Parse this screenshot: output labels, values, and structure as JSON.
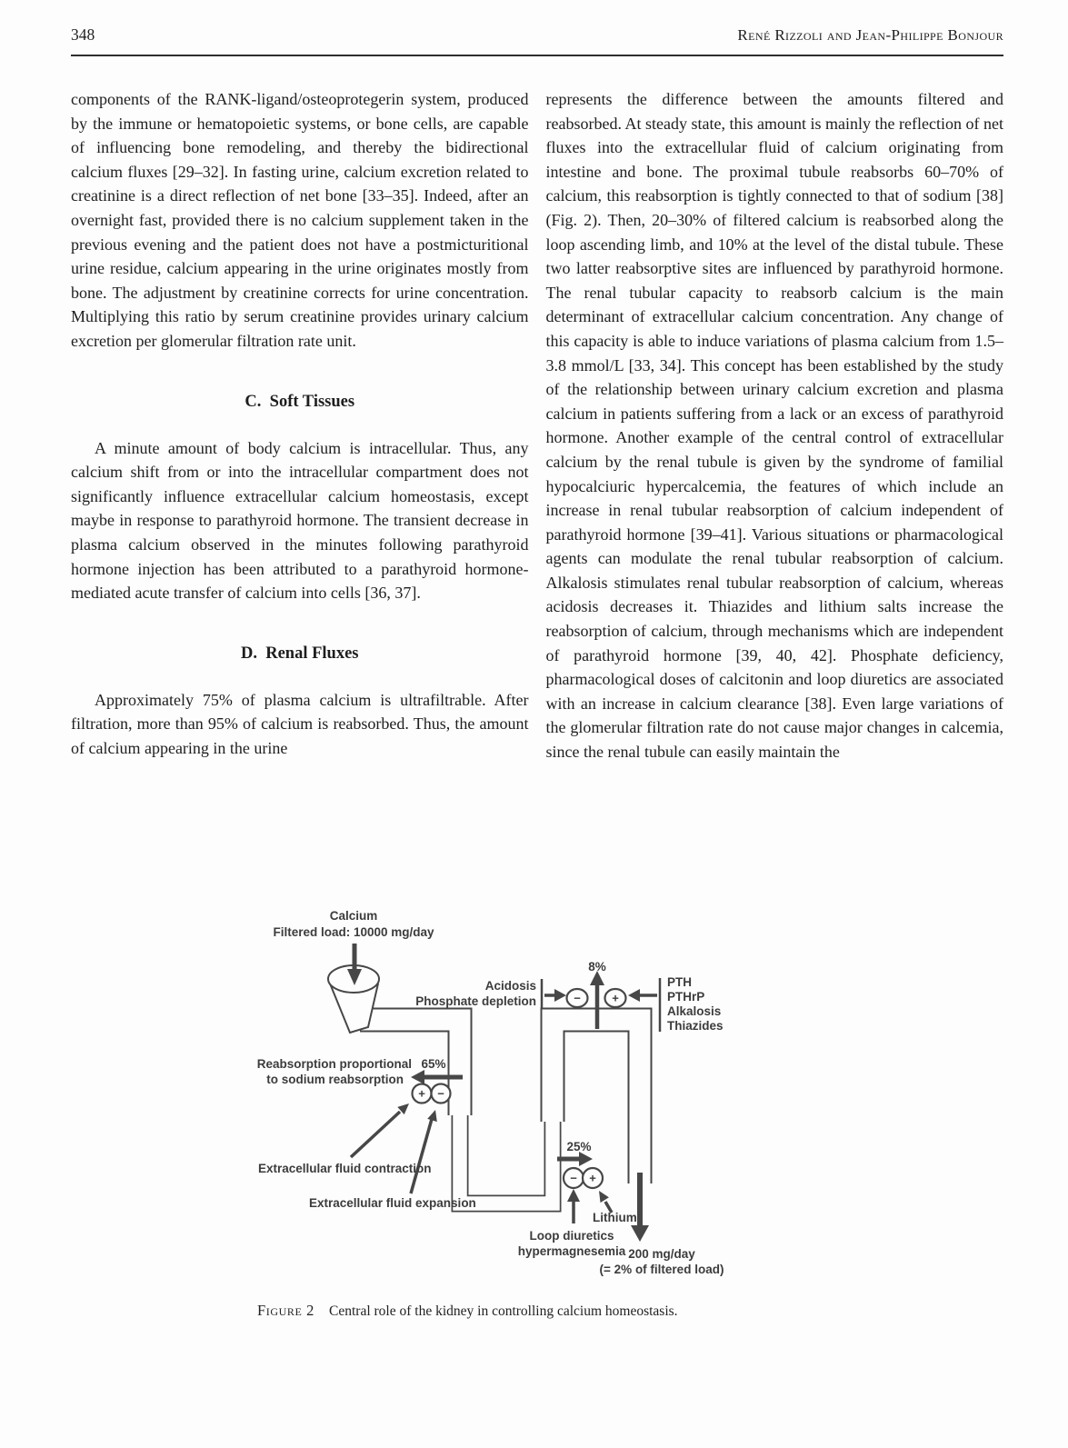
{
  "page": {
    "number": "348",
    "running_head": "René Rizzoli and Jean-Philippe Bonjour"
  },
  "left_column": {
    "paragraph_1": "components of the RANK-ligand/osteoprotegerin system, produced by the immune or hematopoietic systems, or bone cells, are capable of influencing bone remodeling, and thereby the bidirectional calcium fluxes [29–32]. In fasting urine, calcium excretion related to creatinine is a direct reflection of net bone [33–35]. Indeed, after an overnight fast, provided there is no calcium supplement taken in the previous evening and the patient does not have a postmicturitional urine residue, calcium appearing in the urine originates mostly from bone. The adjustment by creatinine corrects for urine concentration. Multiplying this ratio by serum creatinine provides urinary calcium excretion per glomerular filtration rate unit.",
    "section_c_heading": "C. Soft Tissues",
    "paragraph_2": "A minute amount of body calcium is intracellular. Thus, any calcium shift from or into the intracellular compartment does not significantly influence extracellular calcium homeostasis, except maybe in response to parathyroid hormone. The transient decrease in plasma calcium observed in the minutes following parathyroid hormone injection has been attributed to a parathyroid hormone-mediated acute transfer of calcium into cells [36, 37].",
    "section_d_heading": "D. Renal Fluxes",
    "paragraph_3": "Approximately 75% of plasma calcium is ultrafiltrable. After filtration, more than 95% of calcium is reabsorbed. Thus, the amount of calcium appearing in the urine"
  },
  "right_column": {
    "paragraph_1": "represents the difference between the amounts filtered and reabsorbed. At steady state, this amount is mainly the reflection of net fluxes into the extracellular fluid of calcium originating from intestine and bone. The proximal tubule reabsorbs 60–70% of calcium, this reabsorption is tightly connected to that of sodium [38] (Fig. 2). Then, 20–30% of filtered calcium is reabsorbed along the loop ascending limb, and 10% at the level of the distal tubule. These two latter reabsorptive sites are influenced by parathyroid hormone. The renal tubular capacity to reabsorb calcium is the main determinant of extracellular calcium concentration. Any change of this capacity is able to induce variations of plasma calcium from 1.5–3.8 mmol/L [33, 34]. This concept has been established by the study of the relationship between urinary calcium excretion and plasma calcium in patients suffering from a lack or an excess of parathyroid hormone. Another example of the central control of extracellular calcium by the renal tubule is given by the syndrome of familial hypocalciuric hypercalcemia, the features of which include an increase in renal tubular reabsorption of calcium independent of parathyroid hormone [39–41]. Various situations or pharmacological agents can modulate the renal tubular reabsorption of calcium. Alkalosis stimulates renal tubular reabsorption of calcium, whereas acidosis decreases it. Thiazides and lithium salts increase the reabsorption of calcium, through mechanisms which are independent of parathyroid hormone [39, 40, 42]. Phosphate deficiency, pharmacological doses of calcitonin and loop diuretics are associated with an increase in calcium clearance [38]. Even large variations of the glomerular filtration rate do not cause major changes in calcemia, since the renal tubule can easily maintain the"
  },
  "figure": {
    "caption_label": "Figure 2",
    "caption_text": "Central role of the kidney in controlling calcium homeostasis.",
    "labels": {
      "calcium_line1": "Calcium",
      "calcium_line2": "Filtered load: 10000 mg/day",
      "acidosis": "Acidosis",
      "phosphate_depletion": "Phosphate depletion",
      "pct_8": "8%",
      "pth": "PTH",
      "pthrp": "PTHrP",
      "alkalosis": "Alkalosis",
      "thiazides": "Thiazides",
      "reabsorption_line1": "Reabsorption proportional",
      "reabsorption_line2": "to sodium reabsorption",
      "pct_65": "65%",
      "ecf_contraction": "Extracellular fluid contraction",
      "ecf_expansion": "Extracellular fluid expansion",
      "pct_25": "25%",
      "lithium": "Lithium",
      "loop_diuretics_line1": "Loop diuretics",
      "loop_diuretics_line2": "hypermagnesemia",
      "output_line1": "200 mg/day",
      "output_line2": "(= 2% of filtered load)"
    },
    "symbols": {
      "plus": "+",
      "minus": "−"
    }
  }
}
